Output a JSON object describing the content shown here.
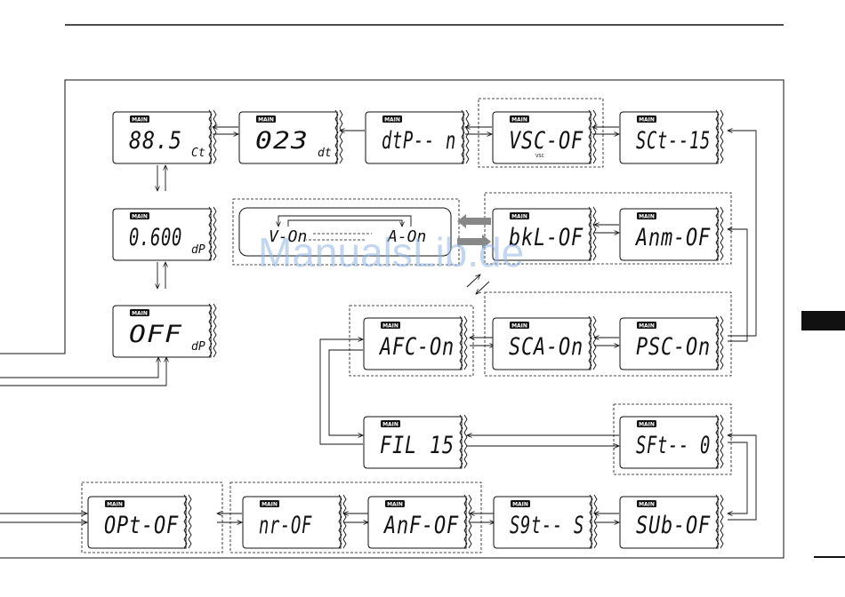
{
  "main_label": "MAIN",
  "watermark": "ManualsLib.de",
  "displays": [
    {
      "id": "ctcss",
      "main": "88.5",
      "sub": "Ct"
    },
    {
      "id": "dtcs",
      "main": "023",
      "sub": "dt"
    },
    {
      "id": "dtcs-polarity",
      "main": "dtP-- n",
      "sub": ""
    },
    {
      "id": "vsc",
      "main": "VSC-OF",
      "sub": "",
      "tiny": "VSC"
    },
    {
      "id": "scan-timer",
      "main": "SCt--15",
      "sub": ""
    },
    {
      "id": "offset",
      "main": "0.600",
      "sub": "dP"
    },
    {
      "id": "off",
      "main": "OFF",
      "sub": "dP"
    },
    {
      "id": "backlight",
      "main": "bkL-OF",
      "sub": ""
    },
    {
      "id": "announce",
      "main": "Anm-OF",
      "sub": ""
    },
    {
      "id": "afc",
      "main": "AFC-On",
      "sub": ""
    },
    {
      "id": "sca",
      "main": "SCA-On",
      "sub": ""
    },
    {
      "id": "psc",
      "main": "PSC-On",
      "sub": ""
    },
    {
      "id": "filter",
      "main": "FIL  15",
      "sub": ""
    },
    {
      "id": "sft",
      "main": "SFt-- 0",
      "sub": ""
    },
    {
      "id": "opt",
      "main": "OPt-OF",
      "sub": ""
    },
    {
      "id": "nr",
      "main": "nr-OF",
      "sub": ""
    },
    {
      "id": "anf",
      "main": "AnF-OF",
      "sub": ""
    },
    {
      "id": "s9t",
      "main": "S9t-- S",
      "sub": ""
    },
    {
      "id": "sub",
      "main": "SUb-OF",
      "sub": ""
    }
  ],
  "vfo_mode": {
    "left": "V-On",
    "right": "A-On"
  }
}
